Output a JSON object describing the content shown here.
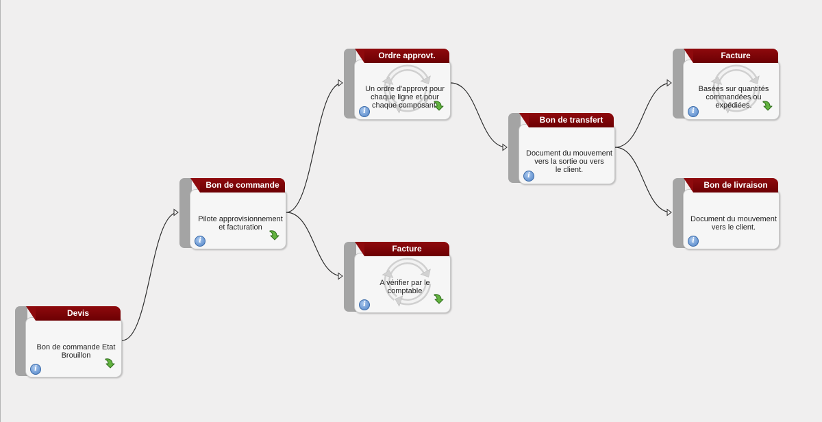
{
  "diagram": {
    "nodes": [
      {
        "id": "devis",
        "title": "Devis",
        "desc": [
          "Bon de commande Etat",
          "Brouillon"
        ],
        "cycle": false
      },
      {
        "id": "bon-de-commande",
        "title": "Bon de commande",
        "desc": [
          "Pilote approvisionnement",
          "et facturation"
        ],
        "cycle": false
      },
      {
        "id": "ordre-approvt",
        "title": "Ordre approvt.",
        "desc": [
          "Un ordre d'approvt pour",
          "chaque ligne et pour",
          "chaque composant."
        ],
        "cycle": true
      },
      {
        "id": "facture-1",
        "title": "Facture",
        "desc": [
          "A vérifier par le",
          "comptable"
        ],
        "cycle": true
      },
      {
        "id": "bon-de-transfert",
        "title": "Bon de transfert",
        "desc": [
          "Document du mouvement",
          "vers la sortie ou vers",
          "le client."
        ],
        "cycle": false
      },
      {
        "id": "facture-2",
        "title": "Facture",
        "desc": [
          "Basées sur quantités",
          "commandées ou",
          "expédiées."
        ],
        "cycle": true
      },
      {
        "id": "bon-de-livraison",
        "title": "Bon de livraison",
        "desc": [
          "Document du mouvement",
          "vers le client."
        ],
        "cycle": false
      }
    ],
    "edges": [
      {
        "from": "devis",
        "to": "bon-de-commande"
      },
      {
        "from": "bon-de-commande",
        "to": "ordre-approvt"
      },
      {
        "from": "bon-de-commande",
        "to": "facture-1"
      },
      {
        "from": "ordre-approvt",
        "to": "bon-de-transfert"
      },
      {
        "from": "bon-de-transfert",
        "to": "facture-2"
      },
      {
        "from": "bon-de-transfert",
        "to": "bon-de-livraison"
      }
    ],
    "colors": {
      "title_bg": "#7d0508",
      "sidebar": "#a4a4a4",
      "card_bg": "#f6f6f6",
      "wire": "#2e2e2e",
      "info": "#4f82c6",
      "next": "#5aa53a"
    },
    "icons": {
      "info": "info-icon",
      "next": "next-step-icon",
      "cycle": "cycle-arrows-icon"
    }
  }
}
